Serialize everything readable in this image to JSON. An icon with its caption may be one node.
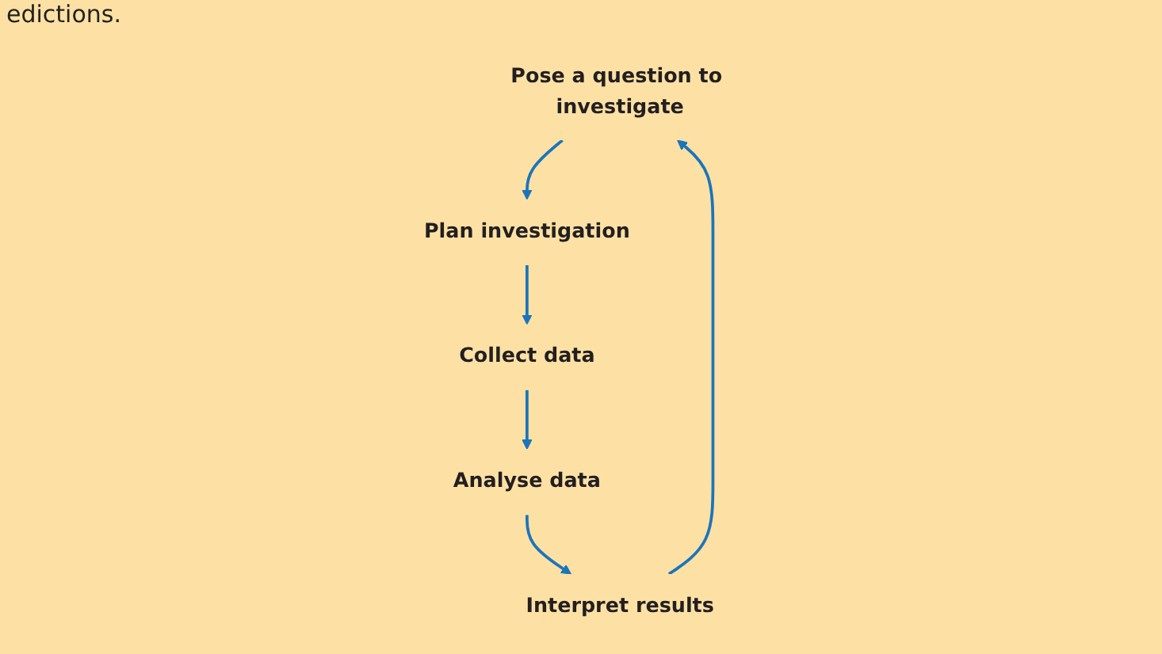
{
  "diagram": {
    "nodes": [
      {
        "text": [
          "Pose a question to investigate"
        ]
      },
      {
        "text": [
          "Plan investigation"
        ]
      },
      {
        "text": [
          "Collect data"
        ]
      },
      {
        "text": [
          "Analyse data"
        ]
      },
      {
        "text": [
          "Interpret results"
        ]
      }
    ],
    "edges": [
      {
        "from": 0,
        "to": 1,
        "arrow": "to"
      },
      {
        "from": 1,
        "to": 2,
        "arrow": "to"
      },
      {
        "from": 2,
        "to": 3,
        "arrow": "to"
      },
      {
        "from": 3,
        "to": 4,
        "arrow": "to"
      },
      {
        "from": 4,
        "to": 0,
        "arrow": "to"
      }
    ],
    "labels": [
      "edictions."
    ]
  }
}
